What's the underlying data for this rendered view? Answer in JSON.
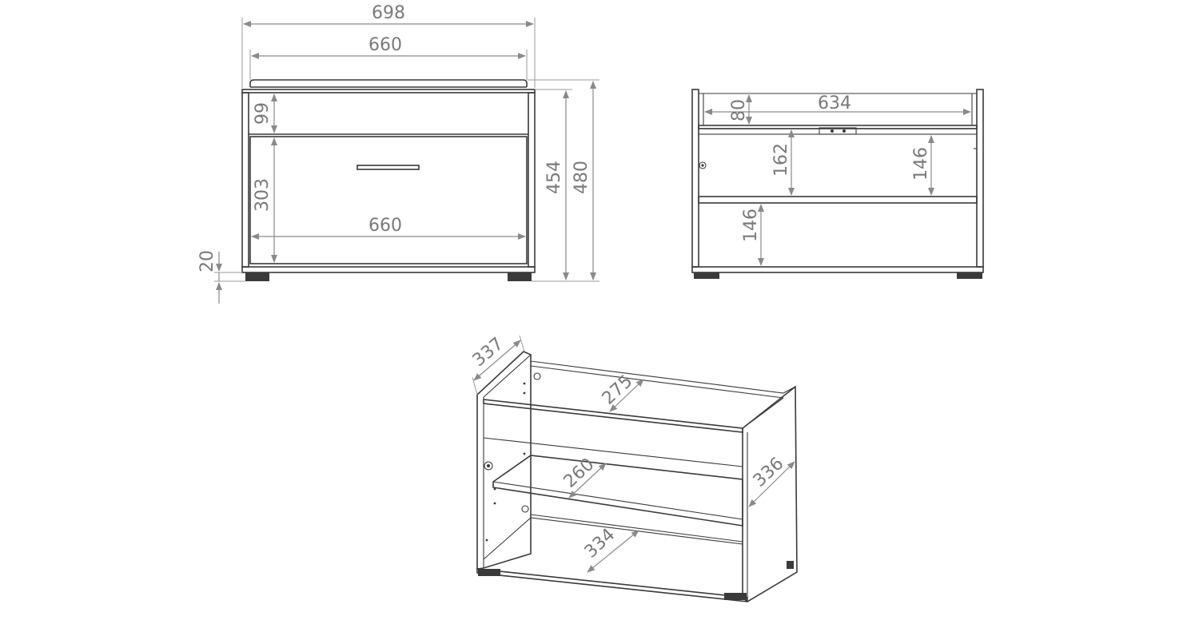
{
  "front_view": {
    "overall_width": "698",
    "top_width": "660",
    "top_panel_height": "99",
    "drawer_height": "303",
    "drawer_width": "660",
    "foot_height": "20",
    "body_height": "454",
    "total_height": "480"
  },
  "back_view": {
    "inner_width": "634",
    "top_gap": "80",
    "upper_compartment": "162",
    "upper_shelf_gap": "146",
    "lower_compartment": "146"
  },
  "iso_view": {
    "side_depth": "337",
    "top_depth": "275",
    "shelf_depth": "260",
    "right_depth": "336",
    "bottom_depth": "334"
  }
}
